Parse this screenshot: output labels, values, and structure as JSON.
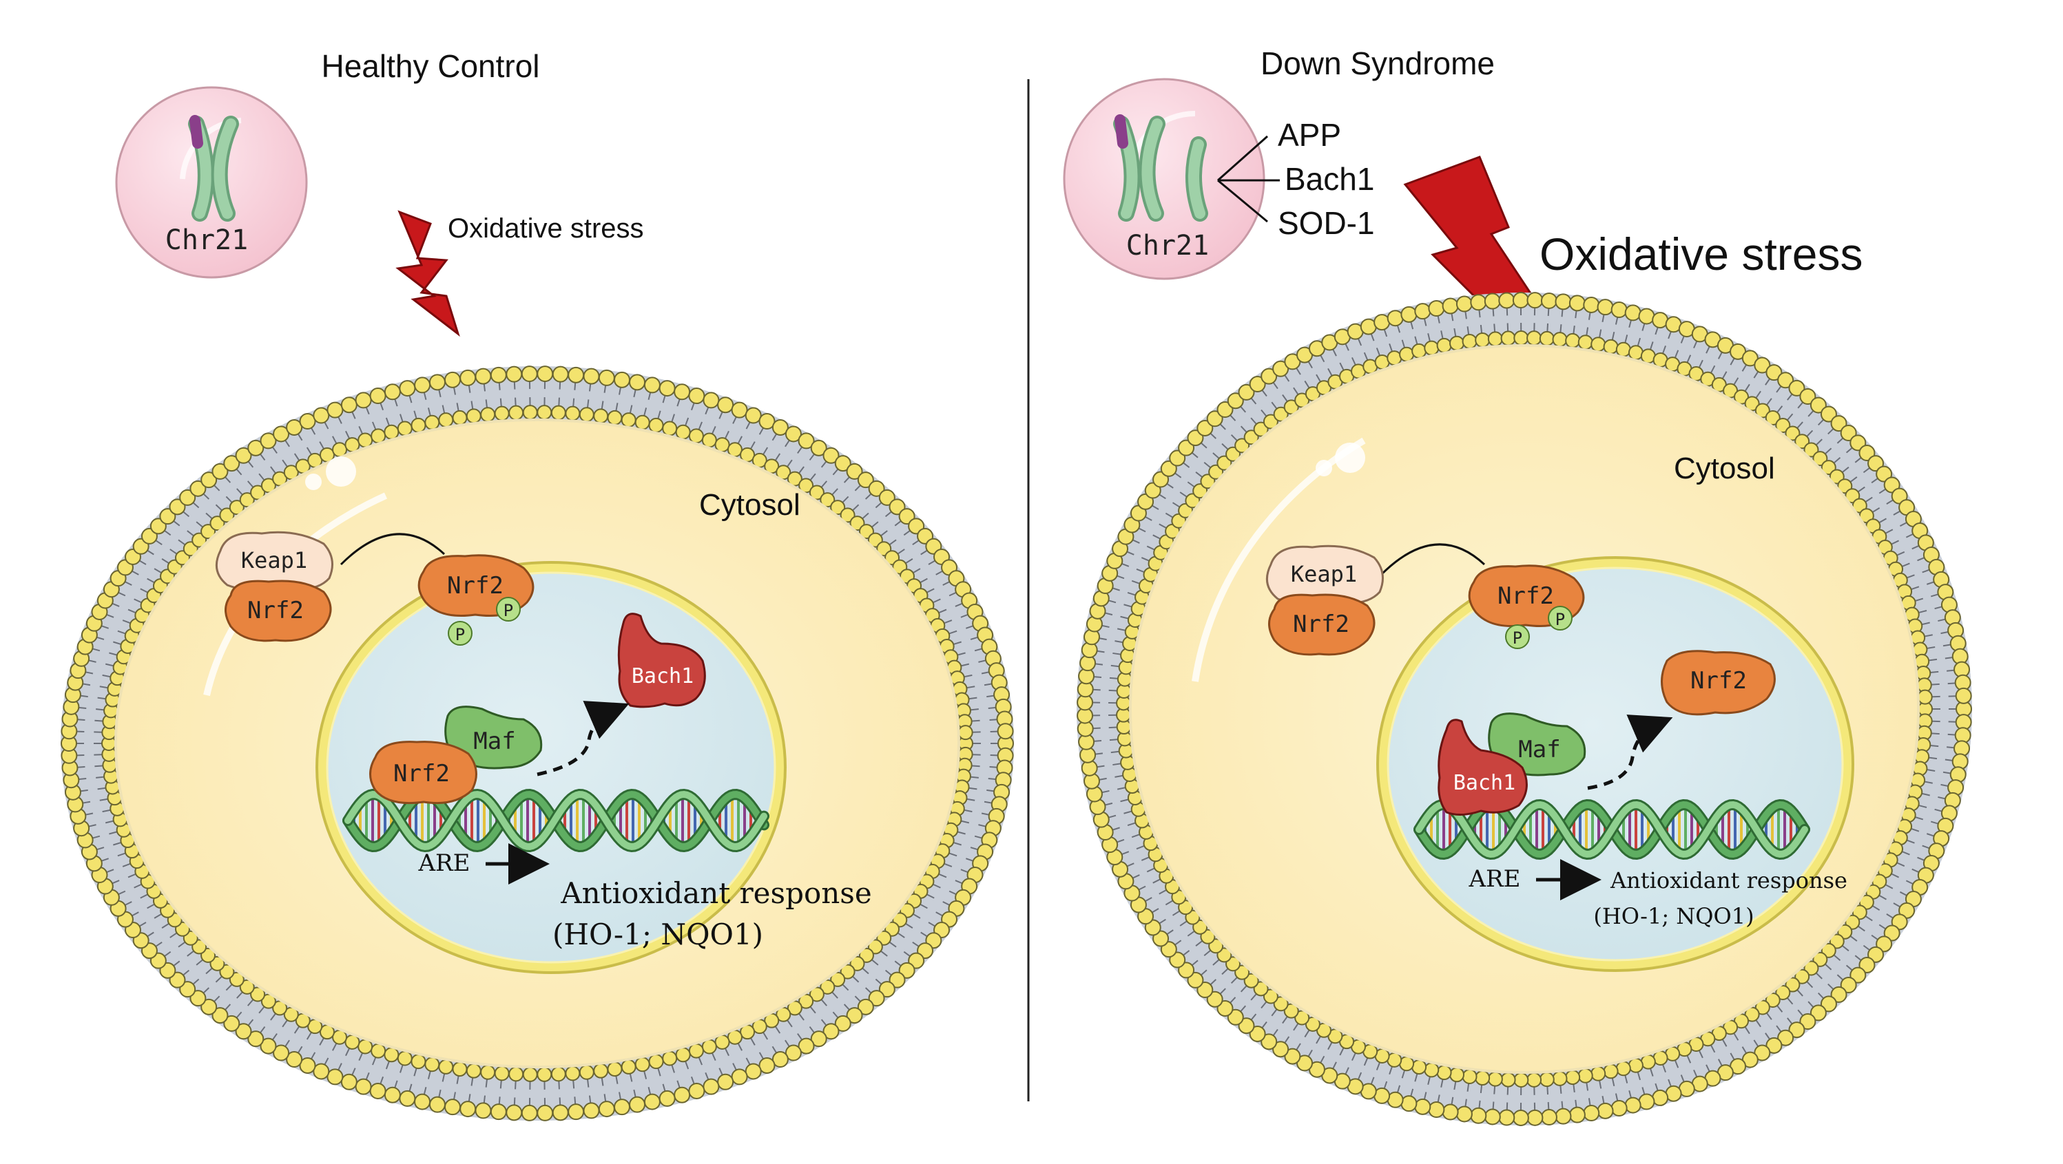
{
  "panels": {
    "left": {
      "title": "Healthy Control",
      "chromosome_label": "Chr21",
      "stress_label": "Oxidative stress",
      "cytosol_label": "Cytosol",
      "keap1_label": "Keap1",
      "nrf2_label": "Nrf2",
      "phospho_label": "P",
      "maf_label": "Maf",
      "bach1_label": "Bach1",
      "are_label": "ARE",
      "response_label": "Antioxidant response",
      "response_genes": "(HO-1; NQO1)"
    },
    "right": {
      "title": "Down Syndrome",
      "chromosome_label": "Chr21",
      "genes": [
        "APP",
        "Bach1",
        "SOD-1"
      ],
      "stress_label": "Oxidative stress",
      "cytosol_label": "Cytosol",
      "keap1_label": "Keap1",
      "nrf2_label": "Nrf2",
      "phospho_label": "P",
      "maf_label": "Maf",
      "bach1_label": "Bach1",
      "are_label": "ARE",
      "response_label": "Antioxidant response",
      "response_genes": "(HO-1; NQO1)"
    }
  },
  "colors": {
    "cytosol": "#fdf2c8",
    "membrane_head": "#f3e36e",
    "membrane_head_stroke": "#6a6530",
    "nucleus": "#d6e9ee",
    "chromosome_bubble": "#f9d4de",
    "chromosome": "#8fc79a",
    "nrf2": "#e8843f",
    "keap1": "#f9dcc4",
    "maf": "#7fbf6a",
    "bach1": "#c9433e",
    "phospho": "#b6e08a",
    "lightning": "#c8181b",
    "dna_strand": "#5fae62"
  }
}
